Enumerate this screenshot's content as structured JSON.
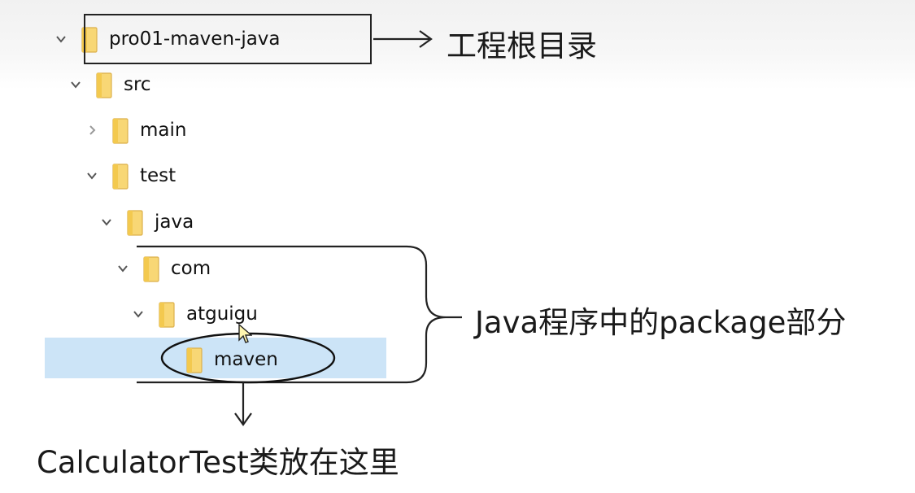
{
  "tree": {
    "rows": [
      {
        "label": "pro01-maven-java",
        "chevron": "chevron-down-icon"
      },
      {
        "label": "src",
        "chevron": "chevron-down-icon"
      },
      {
        "label": "main",
        "chevron": "chevron-right-icon"
      },
      {
        "label": "test",
        "chevron": "chevron-down-icon"
      },
      {
        "label": "java",
        "chevron": "chevron-down-icon"
      },
      {
        "label": "com",
        "chevron": "chevron-down-icon"
      },
      {
        "label": "atguigu",
        "chevron": "chevron-down-icon"
      },
      {
        "label": "maven",
        "chevron": "none",
        "selected": true
      }
    ]
  },
  "annotations": {
    "root": "工程根目录",
    "package": "Java程序中的package部分",
    "class_location": "CalculatorTest类放在这里"
  },
  "colors": {
    "folder_body": "#f8d775",
    "folder_edge": "#dcb04b",
    "selection": "#cce4f7",
    "ink": "#222222"
  }
}
